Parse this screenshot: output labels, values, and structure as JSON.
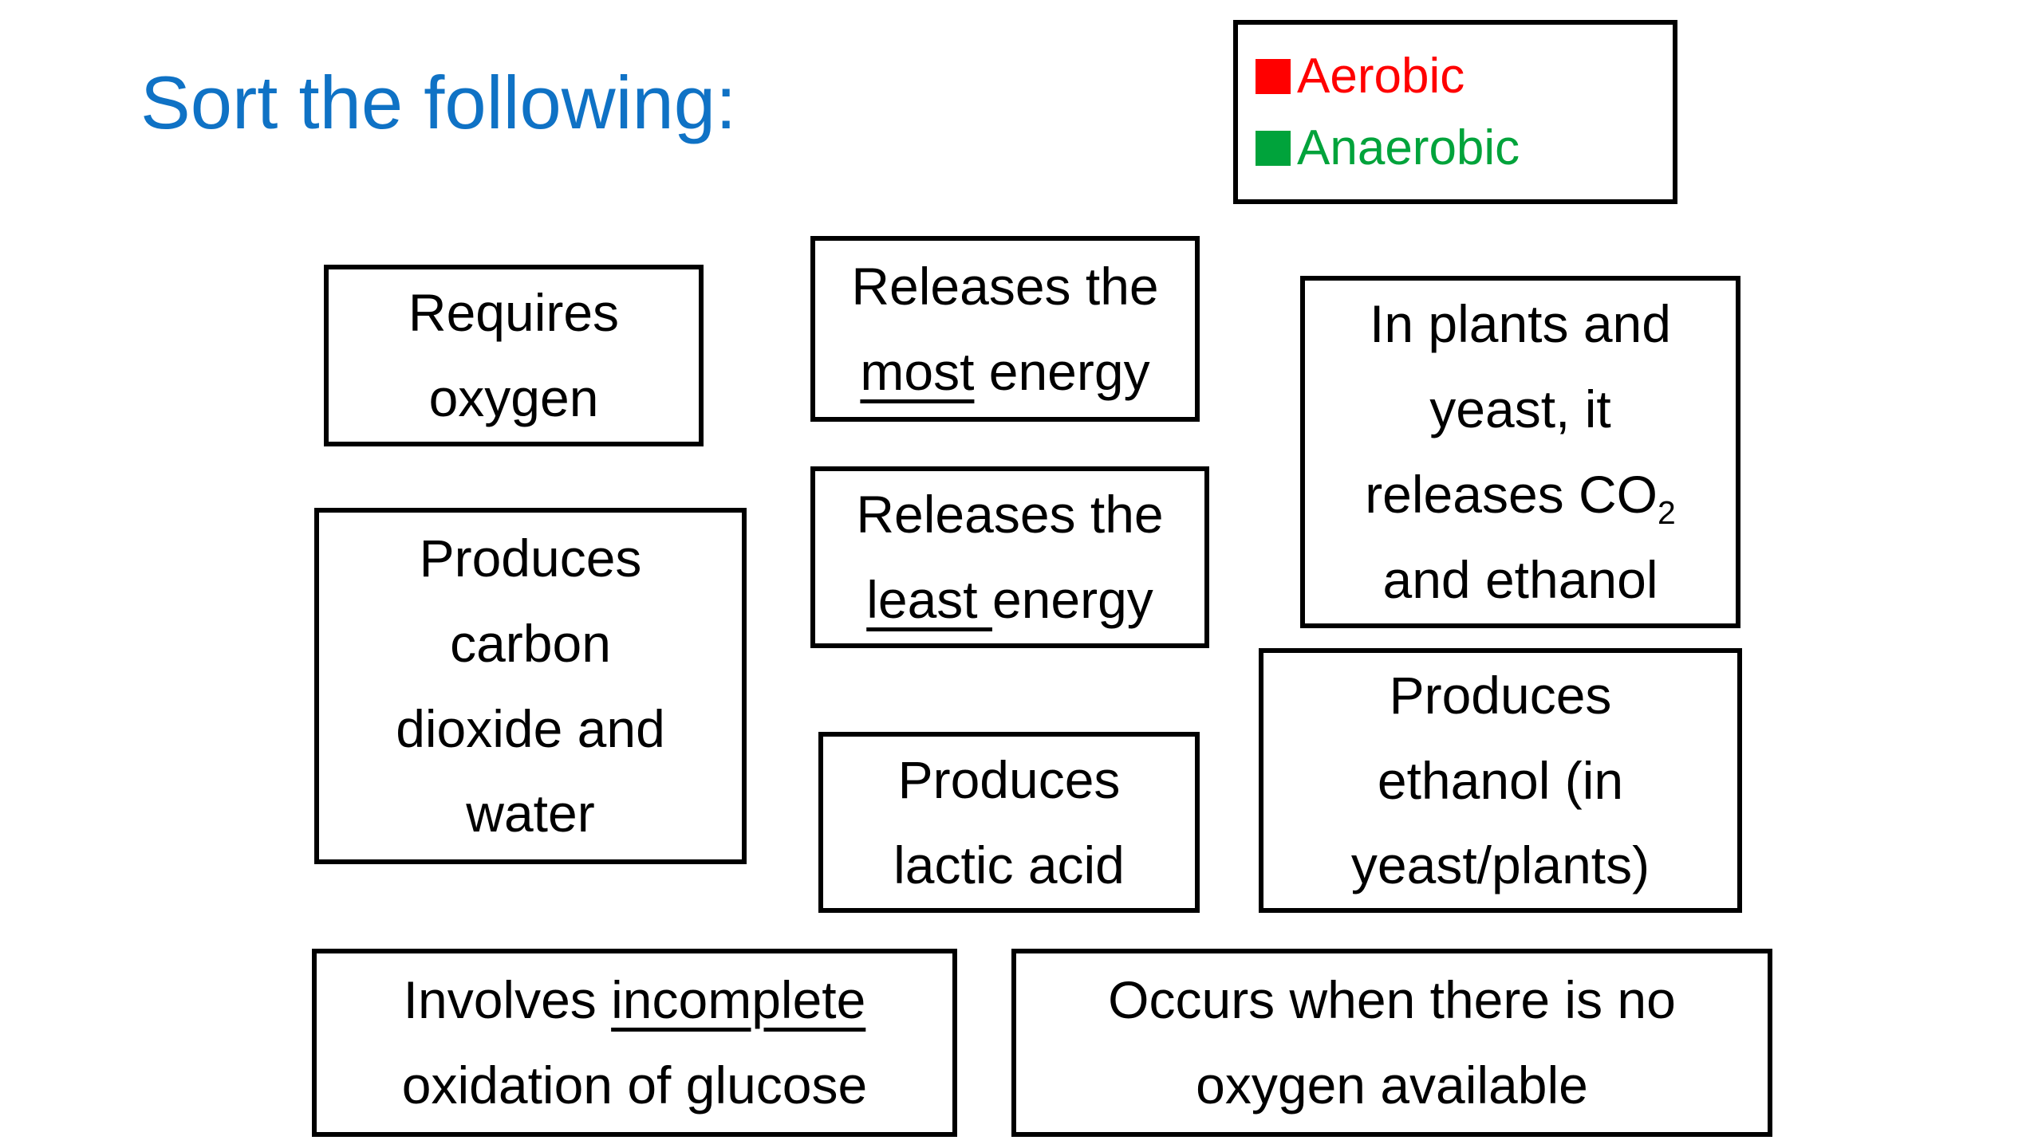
{
  "slide": {
    "title": "Sort the following:",
    "title_color": "#0F72C5",
    "background_color": "#FFFFFF",
    "border_color": "#000000",
    "text_color": "#000000"
  },
  "legend": {
    "items": [
      {
        "id": "aerobic",
        "label": "Aerobic",
        "color": "#FF0000"
      },
      {
        "id": "anaerobic",
        "label": "Anaerobic",
        "color": "#00A33B"
      }
    ]
  },
  "cards": [
    {
      "id": "requires-oxygen",
      "text": "Requires oxygen",
      "lines": [
        [
          {
            "t": "Requires"
          }
        ],
        [
          {
            "t": "oxygen"
          }
        ]
      ]
    },
    {
      "id": "releases-most-energy",
      "text": "Releases the most energy",
      "lines": [
        [
          {
            "t": "Releases the"
          }
        ],
        [
          {
            "t": "most",
            "u": true
          },
          {
            "t": " energy"
          }
        ]
      ]
    },
    {
      "id": "in-plants-yeast-releases-co2-ethanol",
      "text": "In plants and yeast, it releases CO₂ and ethanol",
      "lines": [
        [
          {
            "t": "In plants and"
          }
        ],
        [
          {
            "t": "yeast, it"
          }
        ],
        [
          {
            "t": "releases CO"
          },
          {
            "t": "2",
            "sub": true
          }
        ],
        [
          {
            "t": "and ethanol"
          }
        ]
      ]
    },
    {
      "id": "releases-least-energy",
      "text": "Releases the least energy",
      "lines": [
        [
          {
            "t": "Releases the"
          }
        ],
        [
          {
            "t": "least ",
            "u": true
          },
          {
            "t": "energy"
          }
        ]
      ]
    },
    {
      "id": "produces-carbon-dioxide-water",
      "text": "Produces carbon dioxide and water",
      "lines": [
        [
          {
            "t": "Produces"
          }
        ],
        [
          {
            "t": "carbon"
          }
        ],
        [
          {
            "t": "dioxide and"
          }
        ],
        [
          {
            "t": "water"
          }
        ]
      ]
    },
    {
      "id": "produces-lactic-acid",
      "text": "Produces lactic acid",
      "lines": [
        [
          {
            "t": "Produces"
          }
        ],
        [
          {
            "t": "lactic acid"
          }
        ]
      ]
    },
    {
      "id": "produces-ethanol-yeast-plants",
      "text": "Produces ethanol (in yeast/plants)",
      "lines": [
        [
          {
            "t": "Produces"
          }
        ],
        [
          {
            "t": "ethanol (in"
          }
        ],
        [
          {
            "t": "yeast/plants)"
          }
        ]
      ]
    },
    {
      "id": "involves-incomplete-oxidation-glucose",
      "text": "Involves incomplete oxidation of glucose",
      "lines": [
        [
          {
            "t": "Involves "
          },
          {
            "t": "incomplete",
            "u": true
          }
        ],
        [
          {
            "t": "oxidation of glucose"
          }
        ]
      ]
    },
    {
      "id": "occurs-when-no-oxygen-available",
      "text": "Occurs when there is no oxygen available",
      "lines": [
        [
          {
            "t": "Occurs when there is no"
          }
        ],
        [
          {
            "t": "oxygen available"
          }
        ]
      ]
    }
  ]
}
